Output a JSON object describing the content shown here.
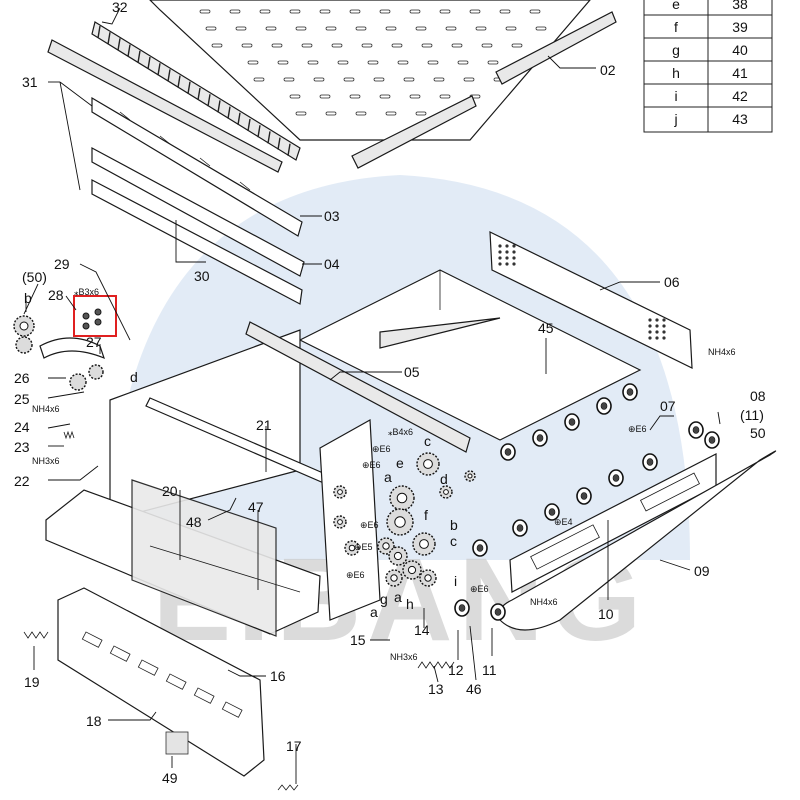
{
  "watermark": {
    "text": "E.BANG",
    "arc_color": "#dbe6f4",
    "text_color": "#c8c8c8"
  },
  "highlight_color": "#e02020",
  "table": {
    "rows": [
      {
        "key": "e",
        "value": "38"
      },
      {
        "key": "f",
        "value": "39"
      },
      {
        "key": "g",
        "value": "40"
      },
      {
        "key": "h",
        "value": "41"
      },
      {
        "key": "i",
        "value": "42"
      },
      {
        "key": "j",
        "value": "43"
      }
    ]
  },
  "callouts": {
    "c02": "02",
    "c03": "03",
    "c04": "04",
    "c05": "05",
    "c06": "06",
    "c07": "07",
    "c08": "08",
    "c09": "09",
    "c10": "10",
    "c11": "11",
    "c11p": "(11)",
    "c12": "12",
    "c13": "13",
    "c14": "14",
    "c15": "15",
    "c16": "16",
    "c17": "17",
    "c18": "18",
    "c19": "19",
    "c20": "20",
    "c21": "21",
    "c22": "22",
    "c23": "23",
    "c24": "24",
    "c25": "25",
    "c26": "26",
    "c27": "27",
    "c28": "28",
    "c29": "29",
    "c30": "30",
    "c31": "31",
    "c32": "32",
    "c45": "45",
    "c46": "46",
    "c47": "47",
    "c48": "48",
    "c49": "49",
    "c50": "50",
    "c50p": "(50)"
  },
  "letters": {
    "a1": "a",
    "a2": "a",
    "a3": "a",
    "b1": "b",
    "b2": "b",
    "c1": "c",
    "c2": "c",
    "d1": "d",
    "d2": "d",
    "e1": "e",
    "f1": "f",
    "g1": "g",
    "h1": "h",
    "i1": "i"
  },
  "fasteners": {
    "b3x6": "⁎B3x6",
    "b4x6": "⁎B4x6",
    "nh4x6_a": "NH4x6",
    "nh4x6_b": "NH4x6",
    "nh4x6_c": "NH4x6",
    "nh3x6_a": "NH3x6",
    "nh3x6_b": "NH3x6",
    "e6_a": "⊕E6",
    "e6_b": "⊕E6",
    "e6_c": "⊕E6",
    "e6_d": "⊕E6",
    "e6_e": "⊕E6",
    "e4": "⊕E4",
    "e5": "⊕E5",
    "e6_f": "⊕E6"
  }
}
